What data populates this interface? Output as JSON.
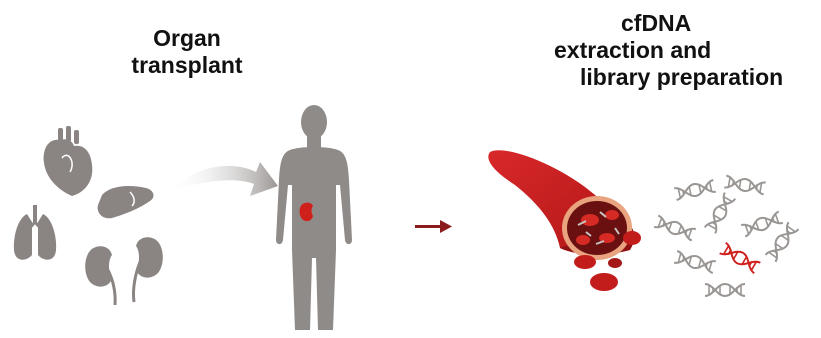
{
  "organ_heading": {
    "line1": "Organ",
    "line2": "transplant"
  },
  "cfdna_heading": {
    "line1": "cfDNA",
    "line2": "extraction and",
    "line3": "library preparation"
  },
  "colors": {
    "organ_gray": "#8a8583",
    "body_gray": "#8f8b89",
    "blood_red": "#c21d1b",
    "dark_red": "#8e1212",
    "arrow_red": "#8a1c1c",
    "dna_gray": "#9a9694",
    "donor_dna_red": "#d0201c"
  },
  "icons": [
    "heart-icon",
    "liver-icon",
    "lungs-icon",
    "kidney-icon",
    "human-body-icon",
    "transplanted-kidney-icon",
    "blood-vessel-icon",
    "dna-fragment-icon"
  ]
}
